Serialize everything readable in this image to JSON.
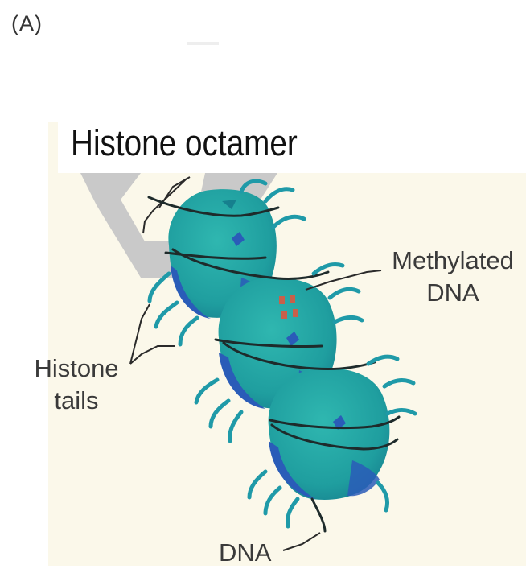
{
  "figure": {
    "panel_label": "(A)",
    "title": "Histone octamer",
    "labels": {
      "methylated_dna_line1": "Methylated",
      "methylated_dna_line2": "DNA",
      "histone_tails_line1": "Histone",
      "histone_tails_line2": "tails",
      "dna": "DNA"
    }
  },
  "colors": {
    "histone_teal": "#22a3a3",
    "histone_dark": "#1478a0",
    "histone_blue": "#2858b8",
    "dna_strand": "#1e2b2b",
    "methyl_mark": "#c8604a",
    "background_cream": "#fbf8ea",
    "grey_backbone": "#c8c8c8"
  }
}
